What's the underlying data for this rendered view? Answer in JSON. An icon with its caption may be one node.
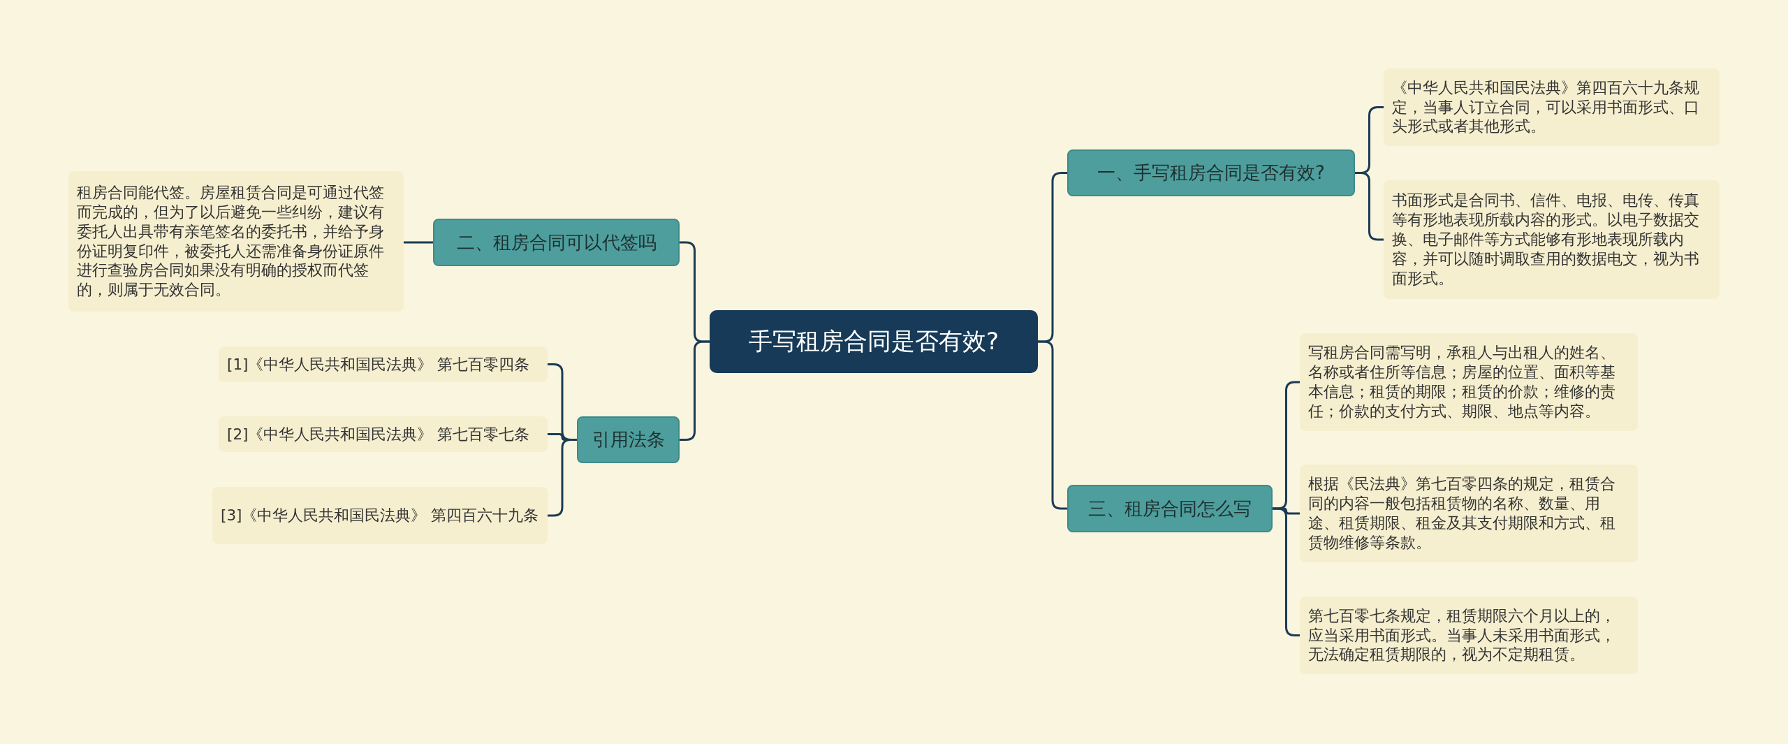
{
  "diagram": {
    "nodes": [
      {
        "text": [
          "手写租房合同是否有效?"
        ]
      },
      {
        "text": [
          "一、手写租房合同是否有效?"
        ]
      },
      {
        "text": [
          "《中华人民共和国民法典》第四百六十九条规定，当事人订立合同，可以采用书面形式、口头形式或者其他形式。"
        ]
      },
      {
        "text": [
          "书面形式是合同书、信件、电报、电传、传真等有形地表现所载内容的形式。以电子数据交换、电子邮件等方式能够有形地表现所载内容，并可以随时调取查用的数据电文，视为书面形式。"
        ]
      },
      {
        "text": [
          "三、租房合同怎么写"
        ]
      },
      {
        "text": [
          "写租房合同需写明，承租人与出租人的姓名、名称或者住所等信息；房屋的位置、面积等基本信息；租赁的期限；租赁的价款；维修的责任；价款的支付方式、期限、地点等内容。"
        ]
      },
      {
        "text": [
          "根据《民法典》第七百零四条的规定，租赁合同的内容一般包括租赁物的名称、数量、用途、租赁期限、租金及其支付期限和方式、租赁物维修等条款。"
        ]
      },
      {
        "text": [
          "第七百零七条规定，租赁期限六个月以上的，应当采用书面形式。当事人未采用书面形式，无法确定租赁期限的，视为不定期租赁。"
        ]
      },
      {
        "text": [
          "二、租房合同可以代签吗"
        ]
      },
      {
        "text": [
          "租房合同能代签。房屋租赁合同是可通过代签而完成的，但为了以后避免一些纠纷，建议有委托人出具带有亲笔签名的委托书，并给予身份证明复印件，被委托人还需准备身份证原件进行查验房合同如果没有明确的授权而代签的，则属于无效合同。"
        ]
      },
      {
        "text": [
          "引用法条"
        ]
      },
      {
        "text": [
          "[1]《中华人民共和国民法典》 第七百零四条"
        ]
      },
      {
        "text": [
          "[2]《中华人民共和国民法典》 第七百零七条"
        ]
      },
      {
        "text": [
          "[3]《中华人民共和国民法典》 第四百六十九条"
        ]
      }
    ],
    "edges": [
      {
        "from": 0,
        "to": 1,
        "arrow": "none"
      },
      {
        "from": 1,
        "to": 2,
        "arrow": "none"
      },
      {
        "from": 1,
        "to": 3,
        "arrow": "none"
      },
      {
        "from": 0,
        "to": 4,
        "arrow": "none"
      },
      {
        "from": 4,
        "to": 5,
        "arrow": "none"
      },
      {
        "from": 4,
        "to": 6,
        "arrow": "none"
      },
      {
        "from": 4,
        "to": 7,
        "arrow": "none"
      },
      {
        "from": 0,
        "to": 8,
        "arrow": "none"
      },
      {
        "from": 8,
        "to": 9,
        "arrow": "none"
      },
      {
        "from": 0,
        "to": 10,
        "arrow": "none"
      },
      {
        "from": 10,
        "to": 11,
        "arrow": "none"
      },
      {
        "from": 10,
        "to": 12,
        "arrow": "none"
      },
      {
        "from": 10,
        "to": 13,
        "arrow": "none"
      }
    ]
  }
}
